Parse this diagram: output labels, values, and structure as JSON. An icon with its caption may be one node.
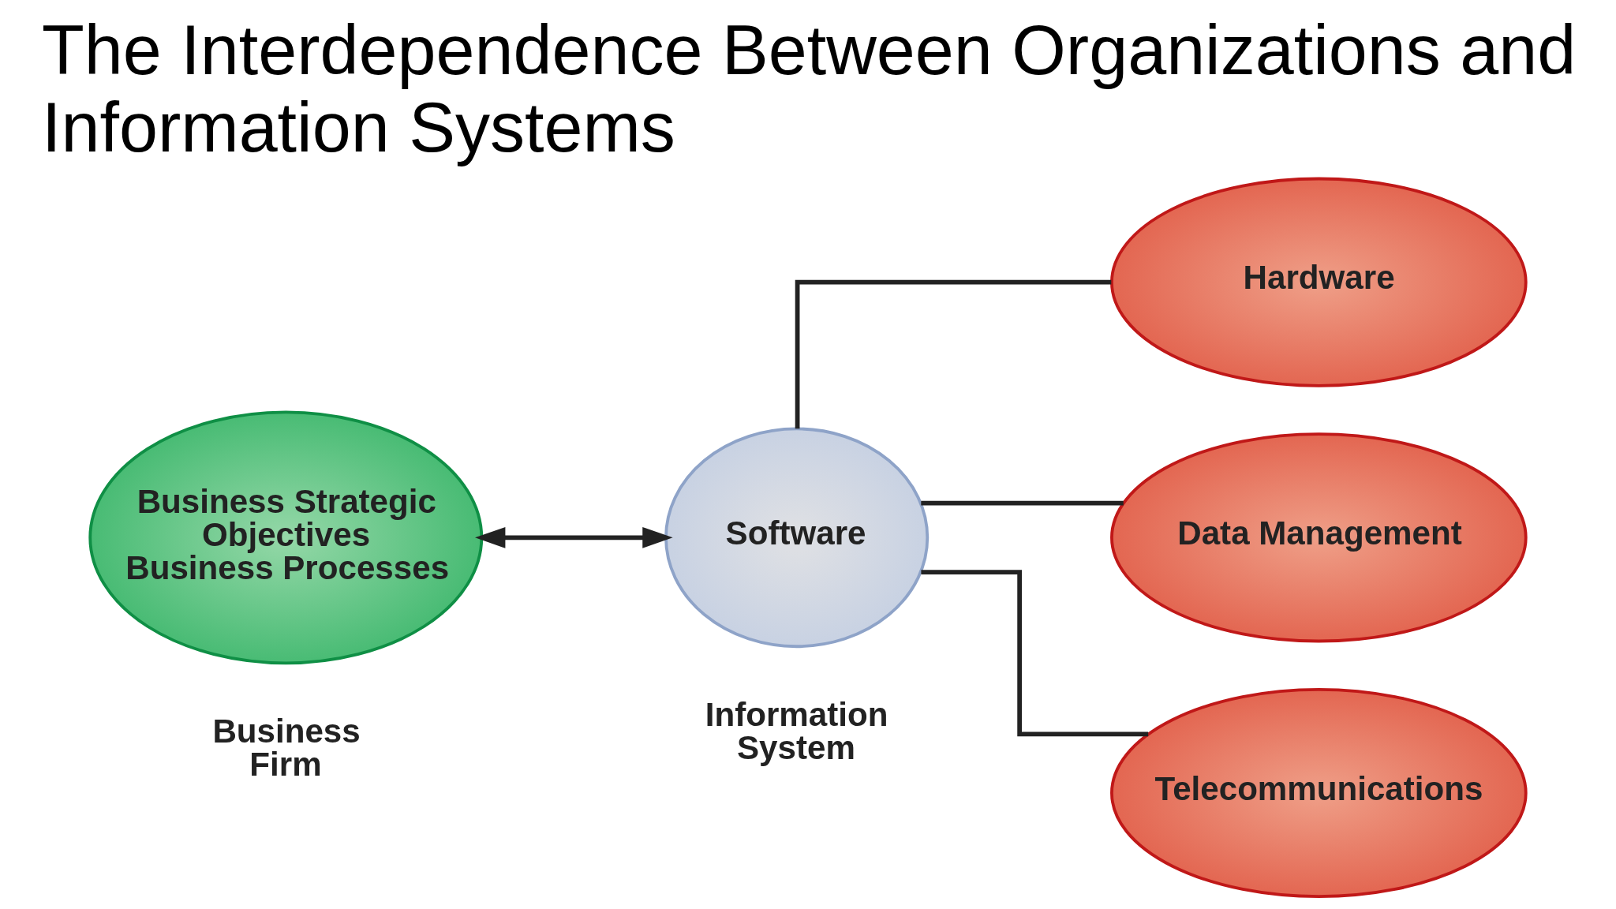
{
  "diagram": {
    "title": "The Interdependence Between Organizations and Information Systems",
    "nodes": [
      {
        "text": [
          "Business Strategic Objectives",
          "Business Processes"
        ]
      },
      {
        "text": [
          "Software"
        ]
      },
      {
        "text": [
          "Hardware"
        ]
      },
      {
        "text": [
          "Data Management"
        ]
      },
      {
        "text": [
          "Telecommunications"
        ]
      }
    ],
    "edges": [
      {
        "from": 0,
        "to": 1,
        "arrow": "both"
      },
      {
        "from": 1,
        "to": 2,
        "arrow": "none"
      },
      {
        "from": 1,
        "to": 3,
        "arrow": "none"
      },
      {
        "from": 1,
        "to": 4,
        "arrow": "none"
      }
    ],
    "labels": [
      "Business Firm",
      "Information System"
    ]
  }
}
